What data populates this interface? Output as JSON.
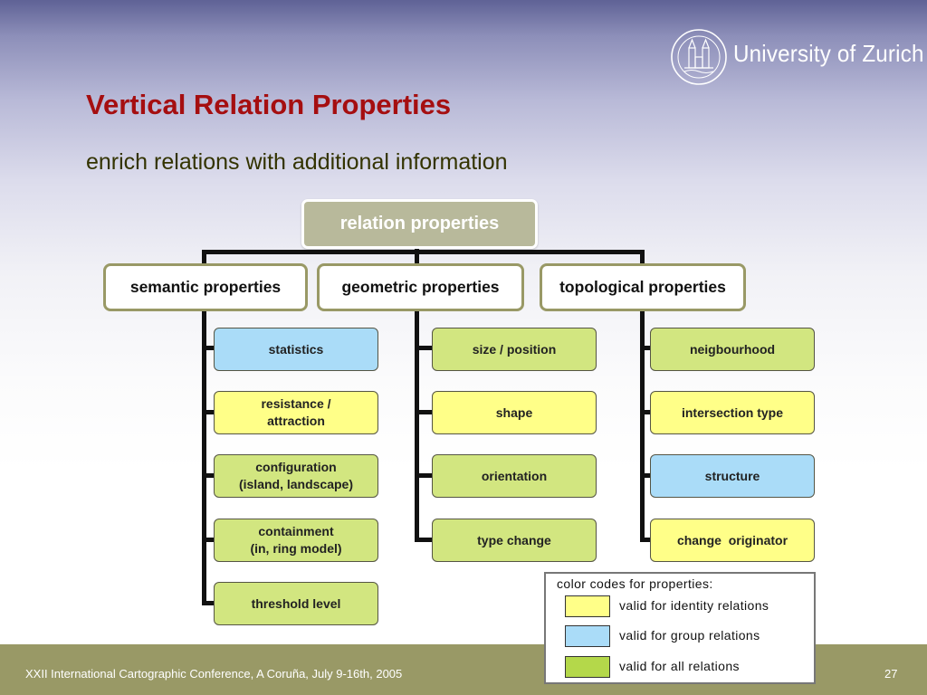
{
  "header": {
    "title": "Vertical Relation Properties",
    "subtitle": "enrich relations with additional information",
    "logo_text": "University of Zurich"
  },
  "diagram": {
    "root": "relation properties",
    "categories": [
      {
        "label": "semantic properties",
        "items": [
          {
            "lines": [
              "statistics"
            ],
            "color": "#aadcf8"
          },
          {
            "lines": [
              "resistance /",
              "attraction"
            ],
            "color": "#ffff88"
          },
          {
            "lines": [
              "configuration",
              "(island, landscape)"
            ],
            "color": "#d2e680"
          },
          {
            "lines": [
              "containment",
              "(in, ring model)"
            ],
            "color": "#d2e680"
          },
          {
            "lines": [
              "threshold level"
            ],
            "color": "#d2e680"
          }
        ]
      },
      {
        "label": "geometric properties",
        "items": [
          {
            "lines": [
              "size / position"
            ],
            "color": "#d2e680"
          },
          {
            "lines": [
              "shape"
            ],
            "color": "#ffff88"
          },
          {
            "lines": [
              "orientation"
            ],
            "color": "#d2e680"
          },
          {
            "lines": [
              "type change"
            ],
            "color": "#d2e680"
          }
        ]
      },
      {
        "label": "topological properties",
        "items": [
          {
            "lines": [
              "neigbourhood"
            ],
            "color": "#d2e680"
          },
          {
            "lines": [
              "intersection type"
            ],
            "color": "#ffff88"
          },
          {
            "lines": [
              "structure"
            ],
            "color": "#aadcf8"
          },
          {
            "lines": [
              "change  originator"
            ],
            "color": "#ffff88"
          }
        ]
      }
    ]
  },
  "legend": {
    "title": "color codes for properties:",
    "entries": [
      {
        "label": "valid for identity relations",
        "color": "#ffff88"
      },
      {
        "label": "valid for group relations",
        "color": "#aadcf8"
      },
      {
        "label": "valid for all relations",
        "color": "#b4d84a"
      }
    ]
  },
  "footer": {
    "text": "XXII International Cartographic Conference, A Coruña, July 9-16th, 2005",
    "page": "27"
  }
}
